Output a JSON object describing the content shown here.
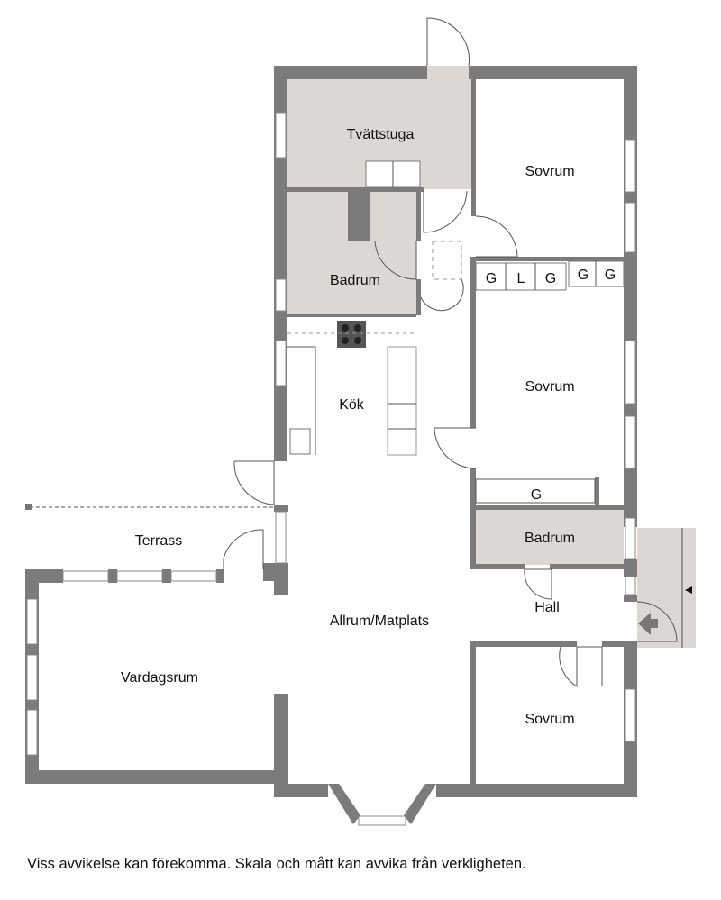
{
  "rooms": {
    "tvattstuga": "Tvättstuga",
    "badrum_upper": "Badrum",
    "sovrum_top": "Sovrum",
    "kok": "Kök",
    "sovrum_middle": "Sovrum",
    "badrum_lower": "Badrum",
    "hall": "Hall",
    "terrass": "Terrass",
    "allrum": "Allrum/Matplats",
    "vardagsrum": "Vardagsrum",
    "sovrum_bottom": "Sovrum"
  },
  "storage": {
    "row_top": [
      "G",
      "L",
      "G",
      "G",
      "G"
    ],
    "middle": "G"
  },
  "colors": {
    "wall": "#7b7b7b",
    "wet_room": "#dcd7d3"
  },
  "disclaimer": "Viss avvikelse kan förekomma. Skala och mått kan avvika från verkligheten."
}
